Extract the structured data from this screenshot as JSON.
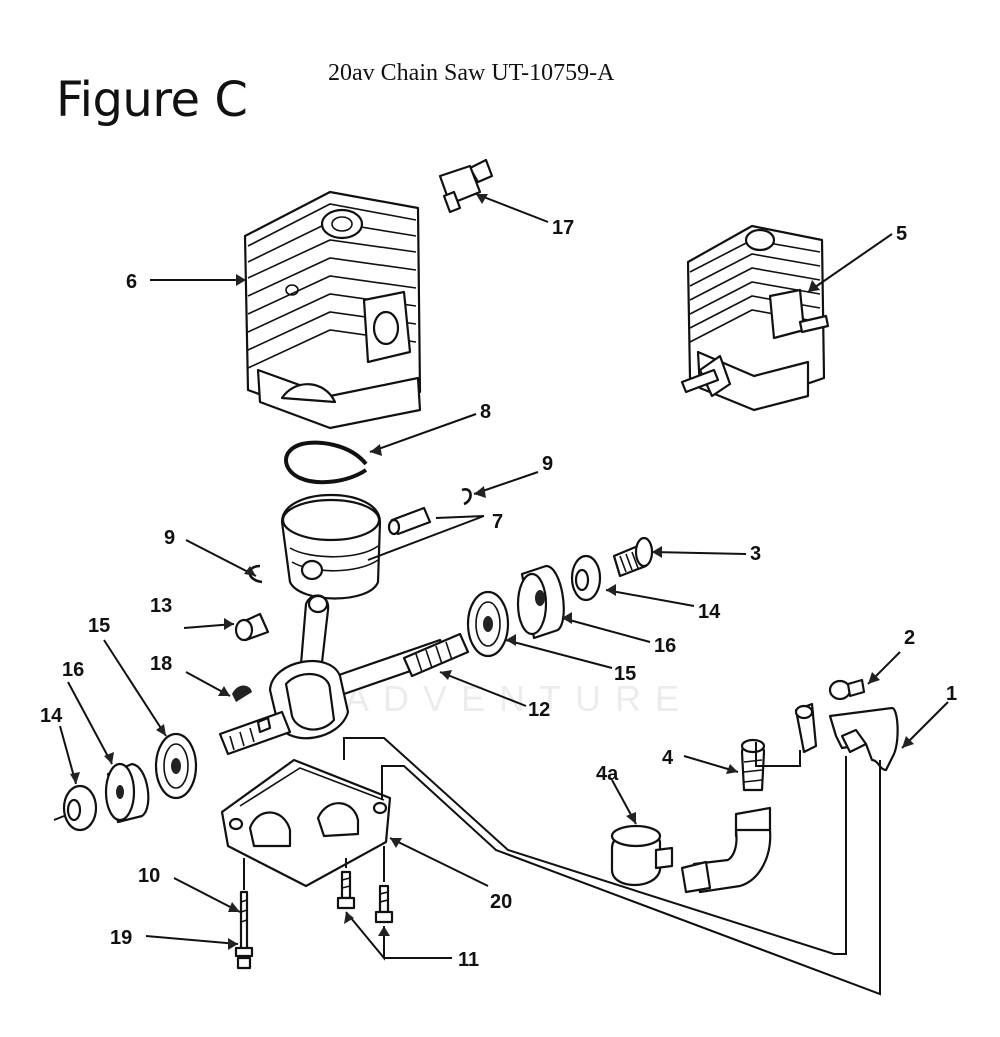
{
  "header": {
    "title": "20av Chain Saw UT-10759-A",
    "figure_label": "Figure C"
  },
  "watermark": "ADVENTURE",
  "callouts": {
    "c1": "1",
    "c2": "2",
    "c3": "3",
    "c4": "4",
    "c4a": "4a",
    "c5": "5",
    "c6": "6",
    "c7": "7",
    "c8": "8",
    "c9a": "9",
    "c9b": "9",
    "c10": "10",
    "c11": "11",
    "c12": "12",
    "c13": "13",
    "c14a": "14",
    "c14b": "14",
    "c15a": "15",
    "c15b": "15",
    "c16a": "16",
    "c16b": "16",
    "c17": "17",
    "c18": "18",
    "c19": "19",
    "c20": "20"
  }
}
